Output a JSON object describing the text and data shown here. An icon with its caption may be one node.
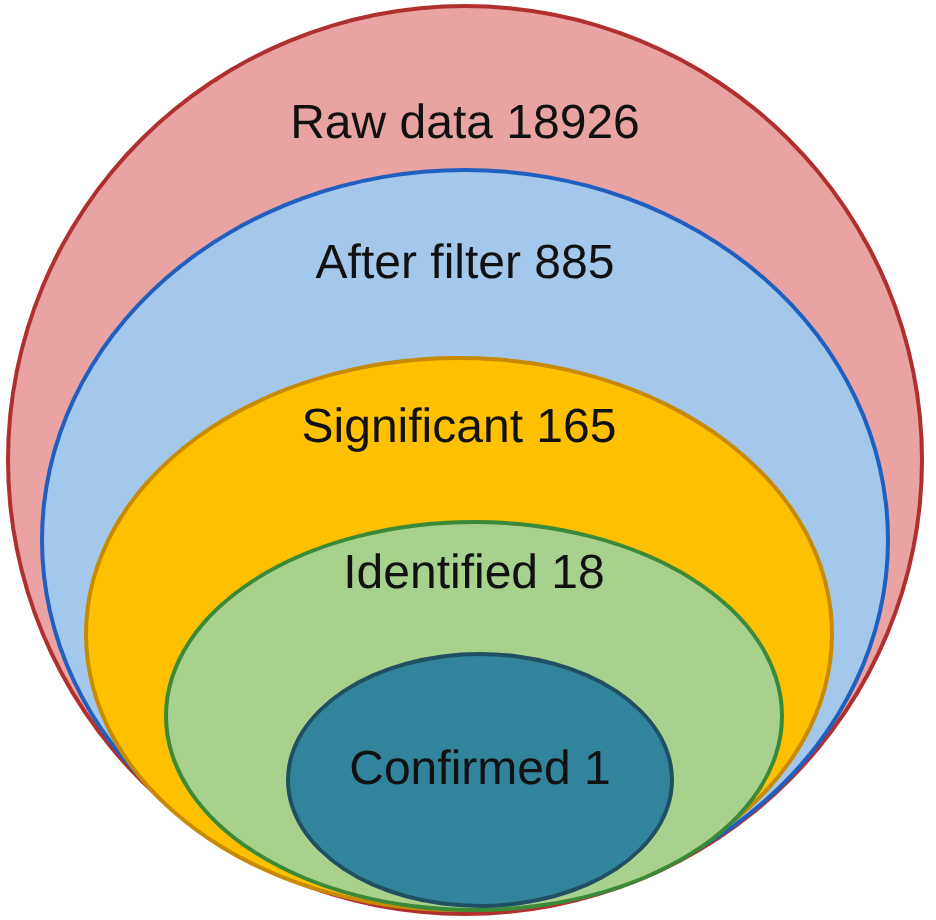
{
  "diagram": {
    "nodes": [
      {
        "text": [
          "Raw data 18926"
        ]
      },
      {
        "text": [
          "After filter 885"
        ],
        "in": 0
      },
      {
        "text": [
          "Significant 165"
        ],
        "in": 1
      },
      {
        "text": [
          "Identified 18"
        ],
        "in": 2
      },
      {
        "text": [
          "Confirmed 1"
        ],
        "in": 3
      }
    ],
    "edges": []
  }
}
